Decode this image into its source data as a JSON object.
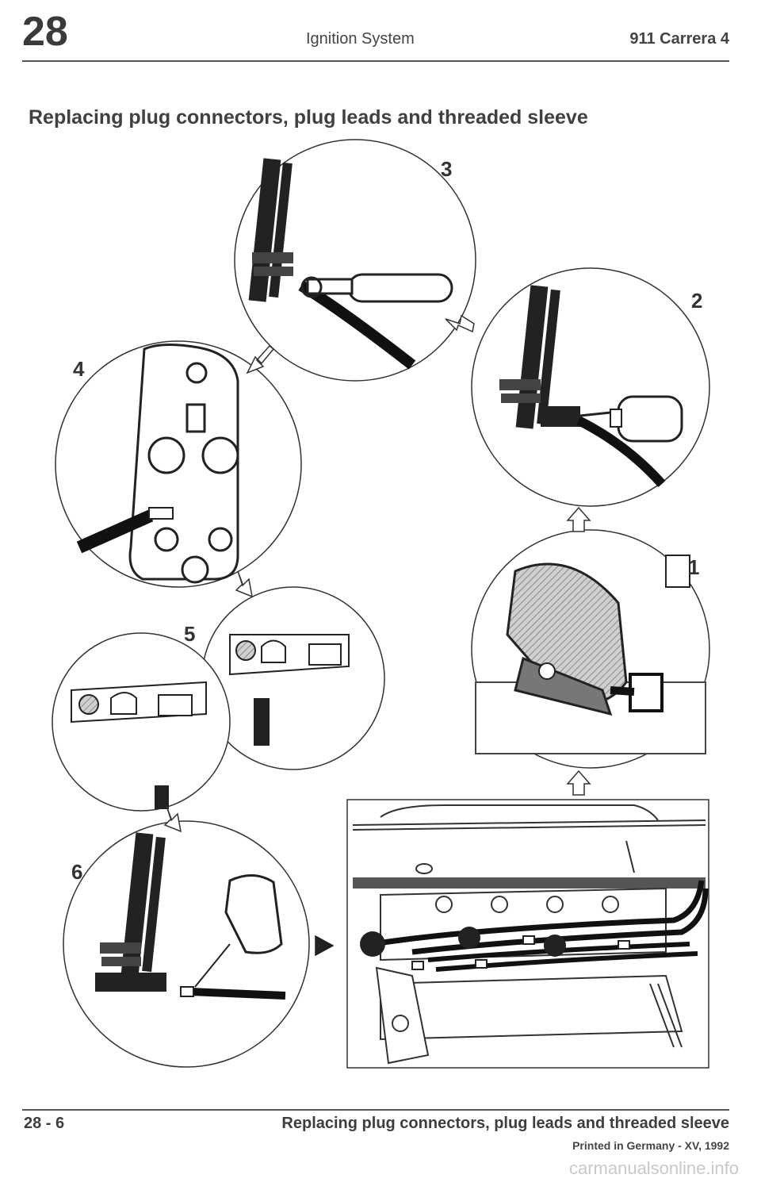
{
  "header": {
    "chapter": "28",
    "section": "Ignition System",
    "model": "911 Carrera 4"
  },
  "title": "Replacing plug connectors, plug leads and threaded sleeve",
  "steps": [
    "1",
    "2",
    "3",
    "4",
    "5",
    "6"
  ],
  "footer": {
    "page_number": "28 - 6",
    "title": "Replacing plug connectors, plug leads and threaded sleeve",
    "print_note": "Printed in Germany - XV, 1992"
  },
  "watermark": "carmanualsonline.info",
  "colors": {
    "ink": "#333333",
    "paper": "#ffffff",
    "shade": "#9a9a9a"
  }
}
